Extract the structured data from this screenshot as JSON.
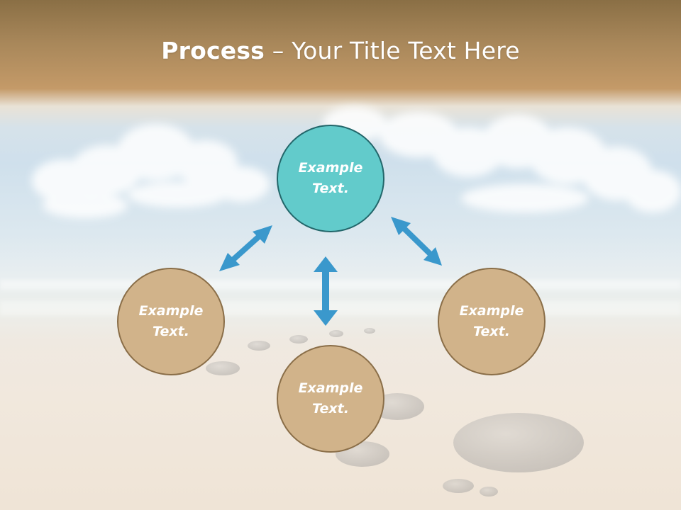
{
  "slide": {
    "title_bold": "Process",
    "title_rest": " – Your Title Text Here"
  },
  "nodes": {
    "top": {
      "line1": "Example",
      "line2": "Text."
    },
    "left": {
      "line1": "Example",
      "line2": "Text."
    },
    "right": {
      "line1": "Example",
      "line2": "Text."
    },
    "bottom": {
      "line1": "Example",
      "line2": "Text."
    }
  },
  "colors": {
    "accent_teal": "#62cbcb",
    "node_tan": "#d1b38a",
    "arrow_blue": "#3a98cc"
  }
}
